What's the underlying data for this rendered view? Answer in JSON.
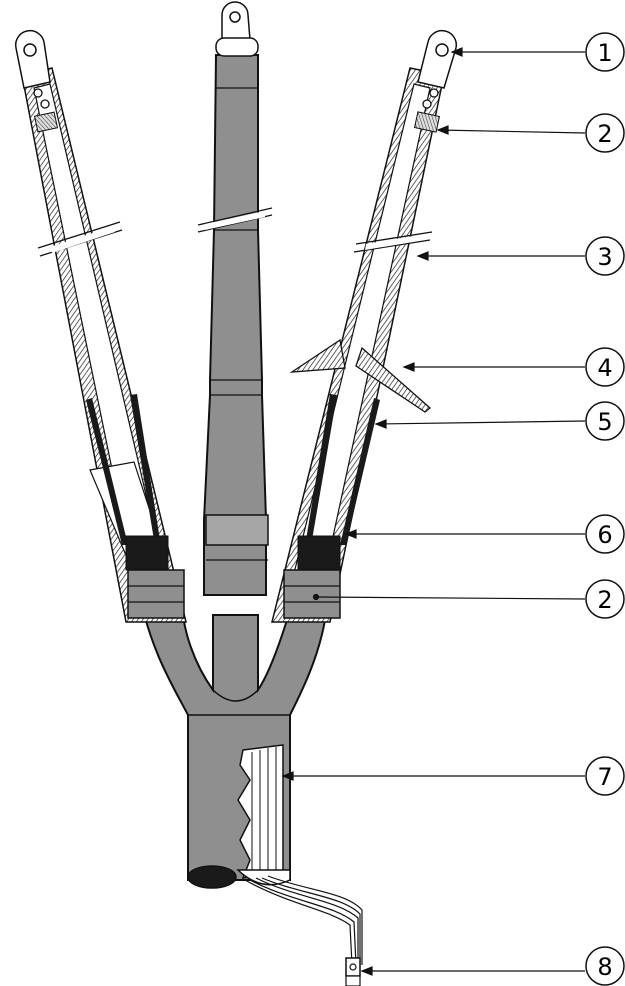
{
  "callouts": [
    {
      "number": "1"
    },
    {
      "number": "2"
    },
    {
      "number": "3"
    },
    {
      "number": "4"
    },
    {
      "number": "5"
    },
    {
      "number": "6"
    },
    {
      "number": "2"
    },
    {
      "number": "7"
    },
    {
      "number": "8"
    }
  ],
  "colors": {
    "outline": "#111111",
    "insulation": "#8f8f8f",
    "insulation_light": "#a6a6a6",
    "tube": "#ffffff",
    "conductor": "#1a1a1a",
    "hatch": "#222222"
  }
}
